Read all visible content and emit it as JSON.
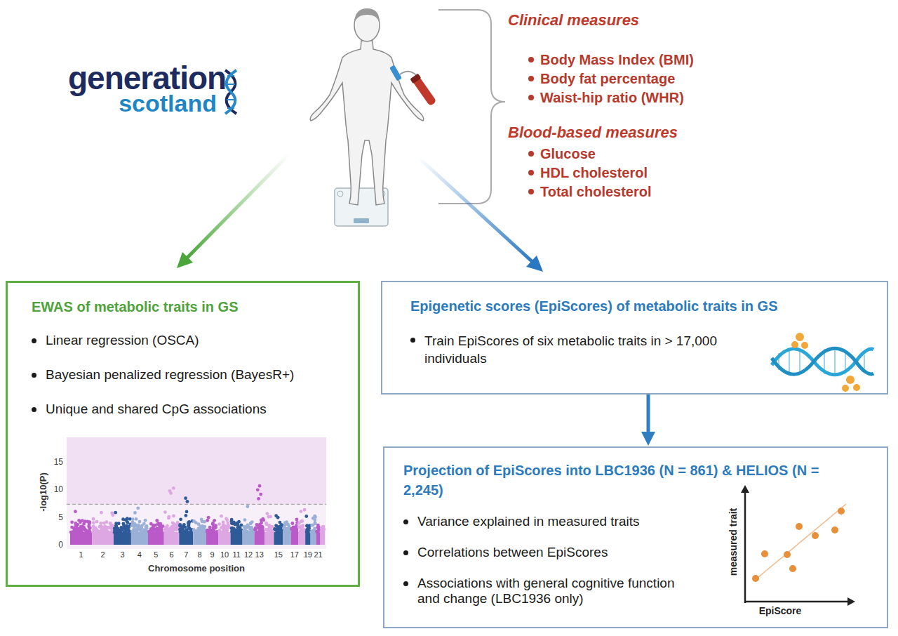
{
  "diagram": {
    "nodes": [
      {
        "text": [
          "EWAS of metabolic traits in GS",
          "Linear regression (OSCA)",
          "Bayesian penalized regression (BayesR+)",
          "Unique and shared CpG associations"
        ]
      },
      {
        "text": [
          "Epigenetic scores (EpiScores) of metabolic traits in GS",
          "Train EpiScores of six metabolic traits in > 17,000 individuals"
        ]
      },
      {
        "text": [
          "Projection of EpiScores into LBC1936 (N = 861) & HELIOS (N = 2,245)",
          "Variance explained in measured traits",
          "Correlations between EpiScores",
          "Associations with general cognitive function and change (LBC1936 only)"
        ]
      }
    ],
    "edges": [
      {
        "from": 1,
        "to": 2,
        "arrow": "to"
      }
    ],
    "labels": [
      "generation",
      "scotland",
      "Clinical measures",
      "Body Mass Index (BMI)",
      "Body fat percentage",
      "Waist-hip ratio (WHR)",
      "Blood-based measures",
      "Glucose",
      "HDL cholesterol",
      "Total cholesterol",
      "-log10(P)",
      "15",
      "10",
      "5",
      "0",
      "1",
      "2",
      "3",
      "4",
      "5",
      "6",
      "7",
      "8",
      "9",
      "10",
      "11",
      "12",
      "13",
      "15",
      "17",
      "19",
      "21",
      "Chromosome position",
      "measured trait",
      "EpiScore"
    ]
  }
}
